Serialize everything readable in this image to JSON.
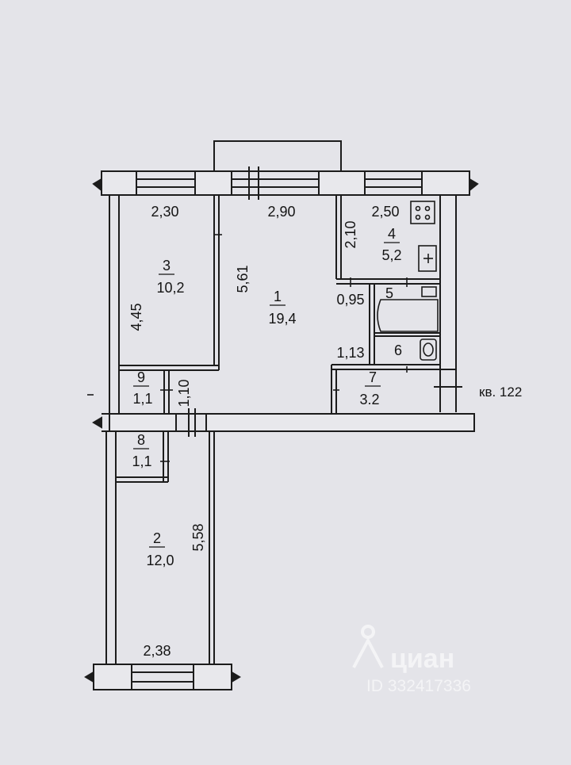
{
  "floorplan": {
    "apartment_label": "кв. 122",
    "rooms": [
      {
        "number": "1",
        "area": "19,4"
      },
      {
        "number": "2",
        "area": "12,0"
      },
      {
        "number": "3",
        "area": "10,2"
      },
      {
        "number": "4",
        "area": "5,2"
      },
      {
        "number": "5",
        "area": ""
      },
      {
        "number": "6",
        "area": ""
      },
      {
        "number": "7",
        "area": "3.2"
      },
      {
        "number": "8",
        "area": "1,1"
      },
      {
        "number": "9",
        "area": "1,1"
      }
    ],
    "dimensions": {
      "room3_width": "2,30",
      "room1_width": "2,90",
      "room4_width": "2,50",
      "room4_depth": "2,10",
      "room3_depth": "4,45",
      "room1_depth": "5,61",
      "bath_width": "0,95",
      "wc_width": "1,13",
      "corridor_width": "1,10",
      "room2_depth": "5,58",
      "room2_width": "2,38"
    }
  },
  "watermark": {
    "brand": "циан",
    "listing_id": "ID 332417336"
  }
}
